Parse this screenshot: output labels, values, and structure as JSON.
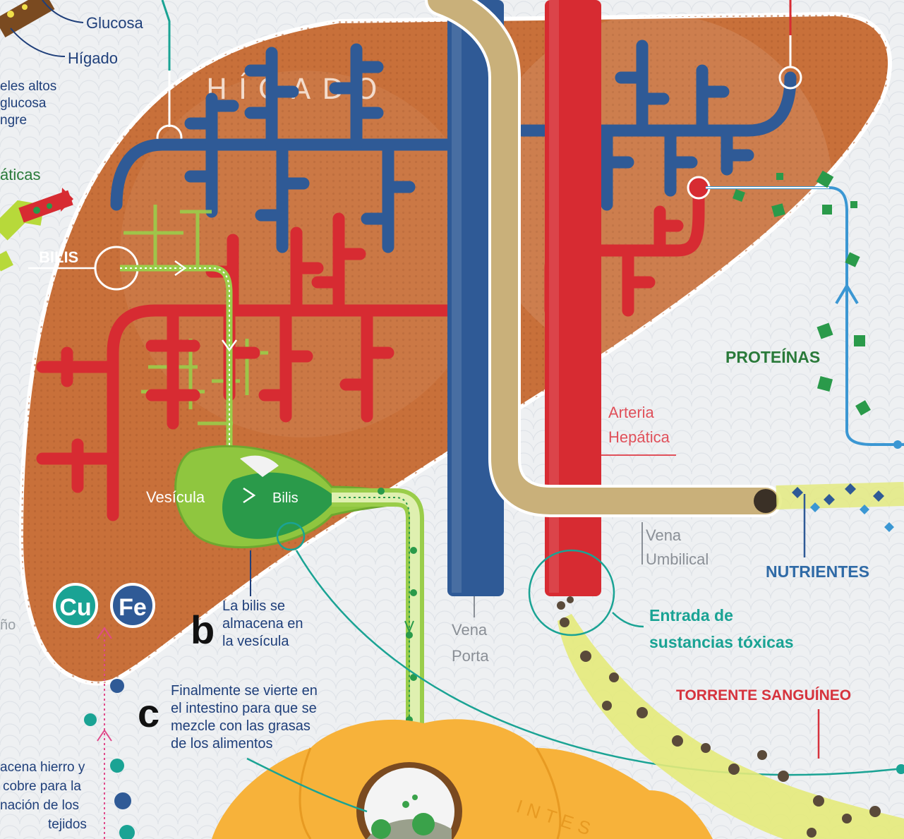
{
  "colors": {
    "liver": "#c8703a",
    "portal_vein": "#2f5a96",
    "artery": "#d72b32",
    "umbilical": "#c9b07a",
    "bile": "#8fc63f",
    "gallbladder_dark": "#2a9a4a",
    "intestine": "#f7b23a",
    "toxic_stream": "#e4ea7a",
    "protein_path": "#3b97d3",
    "text_navy": "#1f3f7a",
    "text_green": "#2a7a3a",
    "text_red": "#d6333d",
    "text_teal": "#1aa394"
  },
  "labels": {
    "liver_title": "HÍGADO",
    "glucosa": "Glucosa",
    "higado_small": "Hígado",
    "levels_1": "eles altos",
    "levels_2": "glucosa",
    "levels_3": "ngre",
    "aticas": "áticas",
    "bilis_upper": "BILIS",
    "vesicula": "Vesícula",
    "bilis_inner": "Bilis",
    "b_letter": "b",
    "b_text_1": "La bilis se",
    "b_text_2": "almacena en",
    "b_text_3": "la vesícula",
    "c_letter": "c",
    "c_text_1": "Finalmente se vierte en",
    "c_text_2": "el intestino para que se",
    "c_text_3": "mezcle con las grasas",
    "c_text_4": "de los alimentos",
    "cu": "Cu",
    "fe": "Fe",
    "fio": "ño",
    "store_1": "acena hierro y",
    "store_2": "cobre para la",
    "store_3": "nación de los",
    "store_4": "tejidos",
    "vena_porta_1": "Vena",
    "vena_porta_2": "Porta",
    "arteria_1": "Arteria",
    "arteria_2": "Hepática",
    "vena_umb_1": "Vena",
    "vena_umb_2": "Umbilical",
    "proteinas": "PROTEÍNAS",
    "nutrientes": "NUTRIENTES",
    "entrada_1": "Entrada de",
    "entrada_2": "sustancias tóxicas",
    "torrente": "TORRENTE SANGUÍNEO",
    "intestino": "INTES"
  }
}
